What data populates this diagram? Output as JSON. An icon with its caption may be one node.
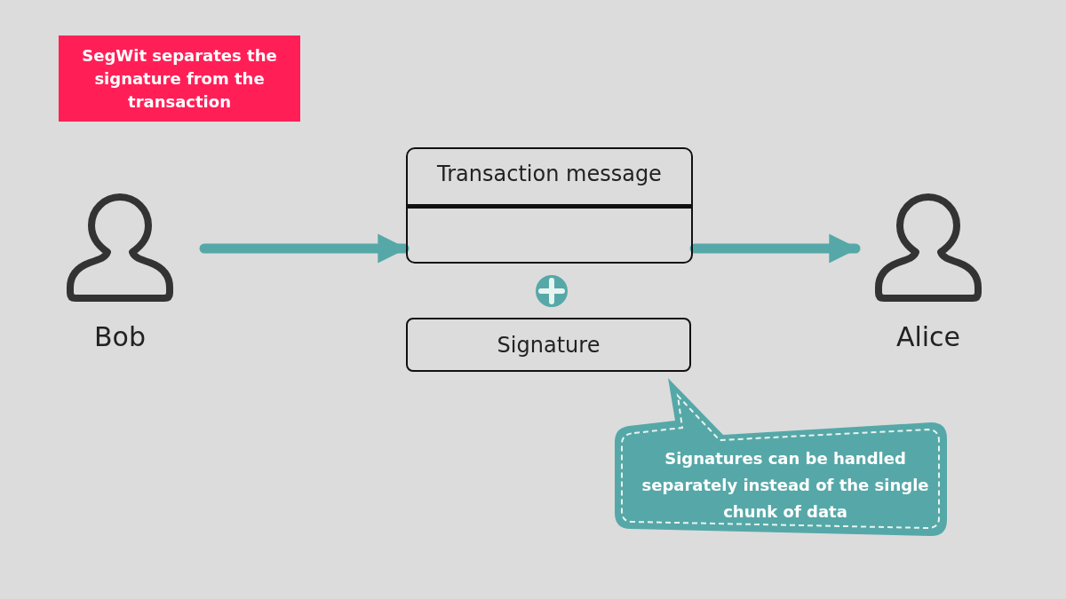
{
  "diagram": {
    "nodes": [
      {
        "text": [
          "SegWit separates the signature from the transaction"
        ]
      },
      {
        "text": [
          "Bob"
        ]
      },
      {
        "text": [
          "Transaction message"
        ]
      },
      {
        "text": [
          "Signature"
        ]
      },
      {
        "text": [
          "Alice"
        ]
      },
      {
        "text": [
          "Signatures can be handled separately instead of the single chunk of data"
        ]
      }
    ],
    "edges": [
      {
        "from": 1,
        "to": 2,
        "arrow": "to"
      },
      {
        "from": 2,
        "to": 4,
        "arrow": "to"
      }
    ]
  }
}
